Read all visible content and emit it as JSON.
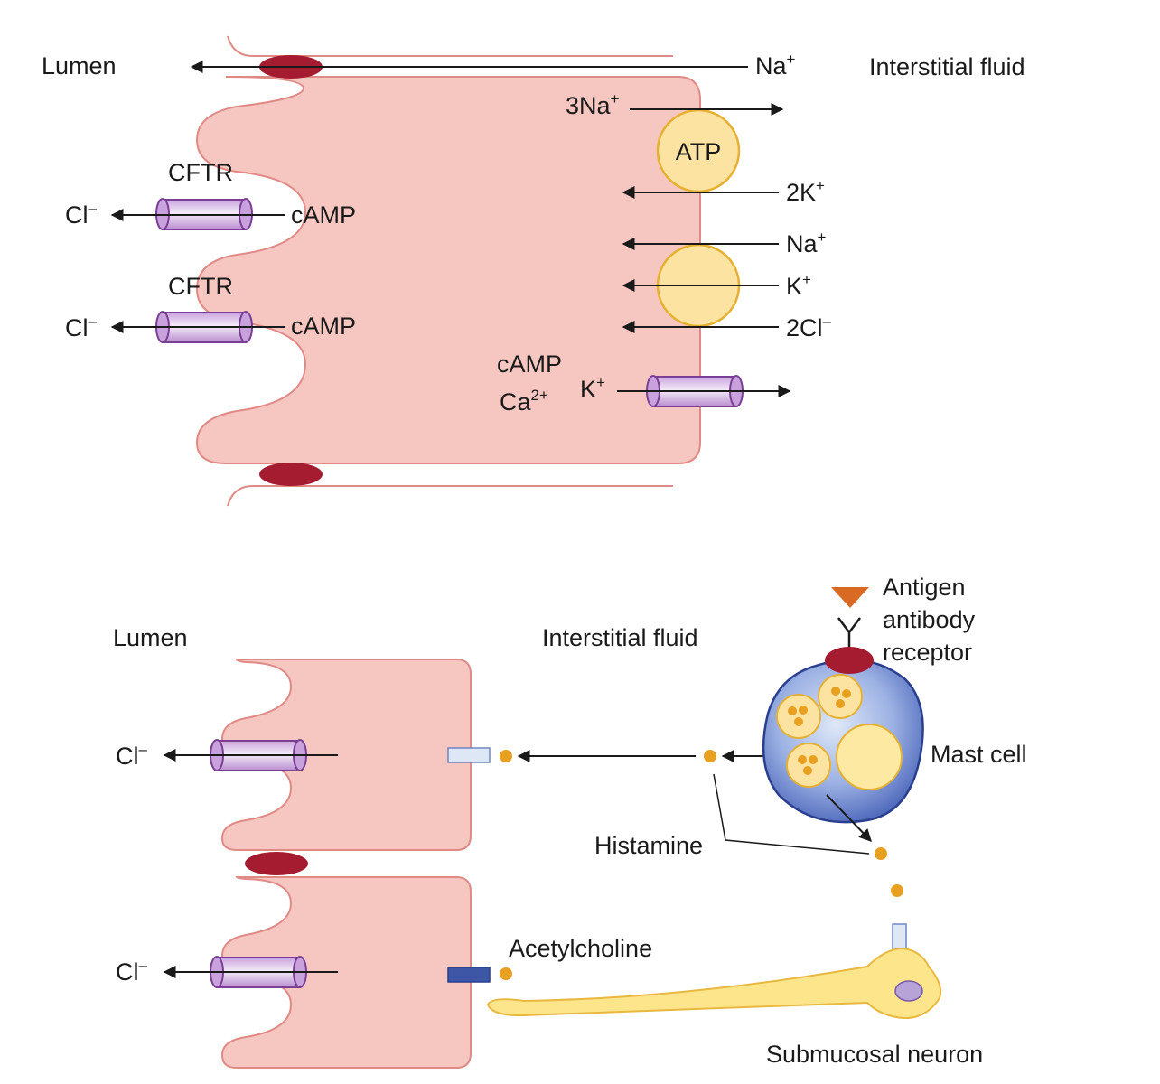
{
  "top": {
    "lumen": "Lumen",
    "interstitial": "Interstitial fluid",
    "na_para": {
      "base": "Na",
      "sup": "+"
    },
    "na3": {
      "base": "3Na",
      "sup": "+"
    },
    "atp": "ATP",
    "k2": {
      "base": "2K",
      "sup": "+"
    },
    "na": {
      "base": "Na",
      "sup": "+"
    },
    "k": {
      "base": "K",
      "sup": "+"
    },
    "cl2": {
      "base": "2Cl",
      "sup": "–"
    },
    "cftr": "CFTR",
    "camp": "cAMP",
    "cl": {
      "base": "Cl",
      "sup": "–"
    },
    "camp_reg": "cAMP",
    "ca": {
      "base": "Ca",
      "sup": "2+"
    },
    "k_channel": {
      "base": "K",
      "sup": "+"
    }
  },
  "bottom": {
    "lumen": "Lumen",
    "interstitial": "Interstitial fluid",
    "antigen": "Antigen",
    "antibody": "antibody",
    "receptor": "receptor",
    "mast_cell": "Mast cell",
    "histamine": "Histamine",
    "acetylcholine": "Acetylcholine",
    "neuron": "Submucosal neuron",
    "cl": {
      "base": "Cl",
      "sup": "–"
    }
  },
  "colors": {
    "cell_fill": "#f6c6c1",
    "cell_stroke": "#e08a86",
    "junction": "#a51c30",
    "pump_fill": "#fde3a2",
    "pump_stroke": "#e6b032",
    "channel_fill": "#d6b7e6",
    "channel_stroke": "#7a3e94",
    "mast_fill": "#5a78c8",
    "mast_stroke": "#2a3f8e",
    "granule": "#e8a020",
    "antigen": "#d96a23",
    "neuron_fill": "#fce58a",
    "neuron_stroke": "#e8b840",
    "receptor_light": "#dde7f6",
    "receptor_dark": "#3d57a6"
  }
}
